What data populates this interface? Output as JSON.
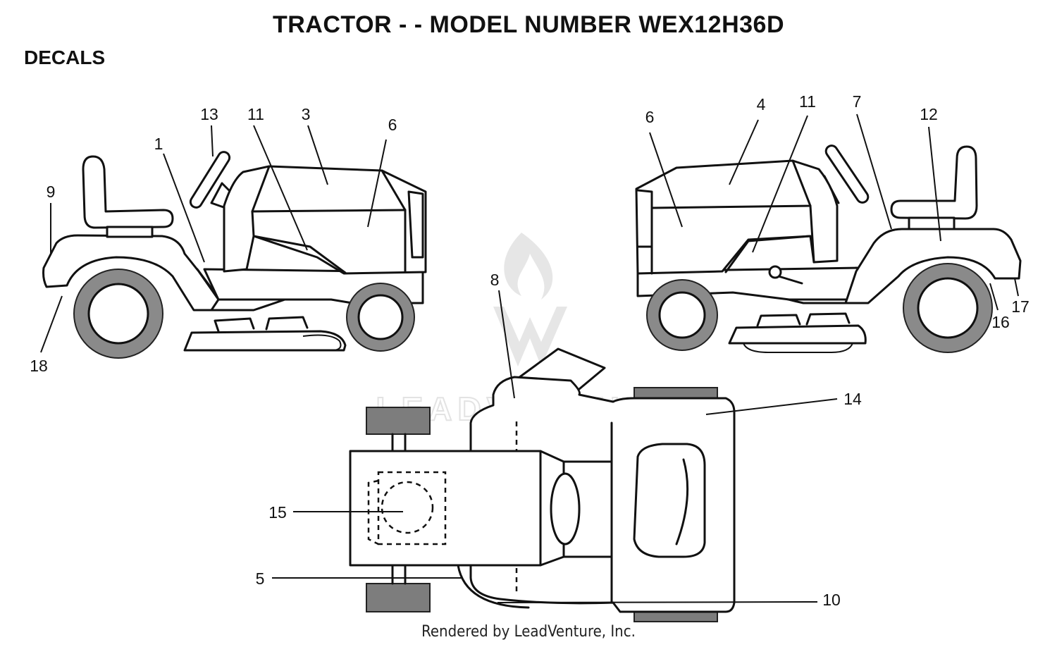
{
  "header": {
    "title": "TRACTOR - - MODEL NUMBER WEX12H36D",
    "section": "DECALS"
  },
  "callouts": {
    "left_view": [
      "13",
      "11",
      "3",
      "6",
      "1",
      "9",
      "18"
    ],
    "right_view": [
      "6",
      "4",
      "11",
      "7",
      "12",
      "17",
      "16"
    ],
    "top_view": [
      "8",
      "14",
      "15",
      "5",
      "10"
    ]
  },
  "watermark": {
    "text": "LEADVENTURE"
  },
  "footer": {
    "text": "Rendered by LeadVenture, Inc."
  }
}
